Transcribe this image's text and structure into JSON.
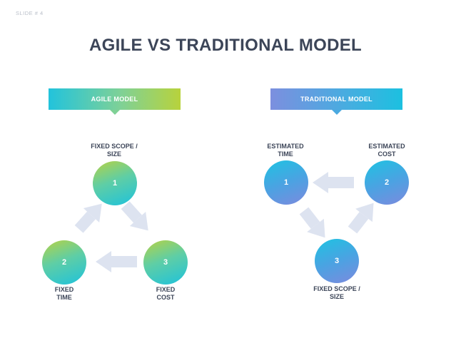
{
  "slide": {
    "label": "SLIDE #",
    "number": "4"
  },
  "title": "AGILE VS TRADITIONAL MODEL",
  "agile": {
    "banner": "AGILE MODEL",
    "nodes": [
      {
        "num": "1",
        "label_line1": "FIXED SCOPE /",
        "label_line2": "SIZE"
      },
      {
        "num": "2",
        "label_line1": "FIXED",
        "label_line2": "TIME"
      },
      {
        "num": "3",
        "label_line1": "FIXED",
        "label_line2": "COST"
      }
    ]
  },
  "traditional": {
    "banner": "TRADITIONAL MODEL",
    "nodes": [
      {
        "num": "1",
        "label_line1": "ESTIMATED",
        "label_line2": "TIME"
      },
      {
        "num": "2",
        "label_line1": "ESTIMATED",
        "label_line2": "COST"
      },
      {
        "num": "3",
        "label_line1": "FIXED SCOPE /",
        "label_line2": "SIZE"
      }
    ]
  },
  "colors": {
    "arrow": "#dde3f0",
    "title": "#3c4558",
    "agile_gradient": [
      "#22c3dc",
      "#b8d23c"
    ],
    "traditional_gradient": [
      "#7c8fdf",
      "#1cc0e0"
    ]
  }
}
